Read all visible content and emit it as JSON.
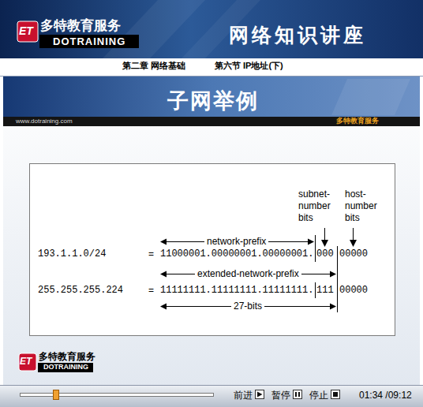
{
  "diagram": {
    "title": "子网举例",
    "labels": [
      "ET",
      "多特教育服务",
      "DOTRAINING",
      "网络知识讲座",
      "第二章 网络基础",
      "第六节 IP地址(下)",
      "www.dotraining.com",
      "多特教育服务",
      "subnet- number bits",
      "host- number bits",
      "network-prefix",
      "193.1.1.0/24",
      "=",
      "11000001.00000001.00000001.",
      "000",
      "00000",
      "extended-network-prefix",
      "255.255.255.224",
      "=",
      "11111111.11111111.11111111.",
      "111",
      "00000",
      "27-bits",
      "ET",
      "多特教育服务",
      "DOTRAINING",
      "前进",
      "暂停",
      "停止",
      "01:34 /09:12"
    ]
  }
}
